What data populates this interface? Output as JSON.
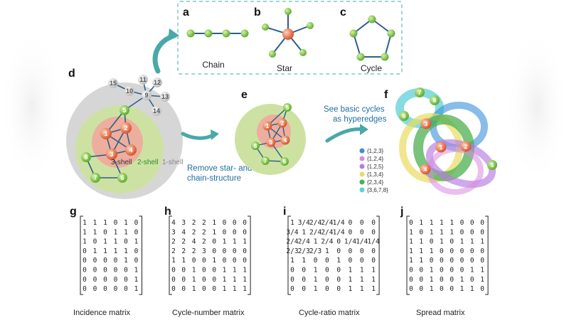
{
  "panels": {
    "a": {
      "label": "a",
      "caption": "Chain"
    },
    "b": {
      "label": "b",
      "caption": "Star"
    },
    "c": {
      "label": "c",
      "caption": "Cycle"
    },
    "d": {
      "label": "d"
    },
    "e": {
      "label": "e"
    },
    "f": {
      "label": "f"
    },
    "g": {
      "label": "g",
      "caption": "Incidence matrix"
    },
    "h": {
      "label": "h",
      "caption": "Cycle-number matrix"
    },
    "i": {
      "label": "i",
      "caption": "Cycle-ratio matrix"
    },
    "j": {
      "label": "j",
      "caption": "Spread matrix"
    }
  },
  "shells": {
    "k3": "3-shell",
    "k2": "2-shell",
    "k1": "1-shell"
  },
  "notes": {
    "remove": [
      "Remove star- and",
      "chain-structure"
    ],
    "hyper": [
      "See basic cycles",
      "as hyperedges"
    ]
  },
  "node_labels": {
    "d": [
      "1",
      "2",
      "3",
      "4",
      "5",
      "6",
      "7",
      "8",
      "9",
      "10",
      "11",
      "12",
      "13",
      "14",
      "15"
    ],
    "e": [
      "1",
      "2",
      "3",
      "4",
      "5",
      "6",
      "7",
      "8"
    ],
    "f": [
      "1",
      "2",
      "3",
      "4",
      "5",
      "6",
      "7",
      "8"
    ]
  },
  "legend": [
    "{1,2,3}",
    "{1,2,4}",
    "{1,2,5}",
    "{1,3,4}",
    "{2,3,4}",
    "{3,6,7,8}"
  ],
  "colors": {
    "green_node": "#7cc242",
    "orange_node": "#e8734d",
    "gray_node": "#d9d9d9",
    "edge": "#2b5f8a",
    "teal": "#4aa8a8",
    "outer_gray": "#d3d3d3",
    "mid_green": "#cfe3a6",
    "inner_red": "#f2a6a0"
  },
  "matrices": {
    "g": [
      [
        "1",
        "1",
        "1",
        "0",
        "1",
        "0"
      ],
      [
        "1",
        "1",
        "0",
        "1",
        "1",
        "0"
      ],
      [
        "1",
        "0",
        "1",
        "1",
        "0",
        "1"
      ],
      [
        "0",
        "1",
        "1",
        "1",
        "1",
        "0"
      ],
      [
        "0",
        "0",
        "0",
        "0",
        "1",
        "0"
      ],
      [
        "0",
        "0",
        "0",
        "0",
        "0",
        "1"
      ],
      [
        "0",
        "0",
        "0",
        "0",
        "0",
        "1"
      ],
      [
        "0",
        "0",
        "0",
        "0",
        "0",
        "1"
      ]
    ],
    "h": [
      [
        "4",
        "3",
        "2",
        "2",
        "1",
        "0",
        "0",
        "0"
      ],
      [
        "3",
        "4",
        "2",
        "2",
        "1",
        "0",
        "0",
        "0"
      ],
      [
        "2",
        "2",
        "4",
        "2",
        "0",
        "1",
        "1",
        "1"
      ],
      [
        "2",
        "2",
        "2",
        "3",
        "0",
        "0",
        "0",
        "0"
      ],
      [
        "1",
        "1",
        "0",
        "0",
        "1",
        "0",
        "0",
        "0"
      ],
      [
        "0",
        "0",
        "1",
        "0",
        "0",
        "1",
        "1",
        "1"
      ],
      [
        "0",
        "0",
        "1",
        "0",
        "0",
        "1",
        "1",
        "1"
      ],
      [
        "0",
        "0",
        "1",
        "0",
        "0",
        "1",
        "1",
        "1"
      ]
    ],
    "i": [
      [
        "1",
        "3/4",
        "2/4",
        "2/4",
        "1/4",
        "0",
        "0",
        "0"
      ],
      [
        "3/4",
        "1",
        "2/4",
        "2/4",
        "1/4",
        "0",
        "0",
        "0"
      ],
      [
        "2/4",
        "2/4",
        "1",
        "2/4",
        "0",
        "1/4",
        "1/4",
        "1/4"
      ],
      [
        "2/3",
        "2/3",
        "2/3",
        "1",
        "0",
        "0",
        "0",
        "0"
      ],
      [
        "1",
        "1",
        "0",
        "0",
        "1",
        "0",
        "0",
        "0"
      ],
      [
        "0",
        "0",
        "1",
        "0",
        "0",
        "1",
        "1",
        "1"
      ],
      [
        "0",
        "0",
        "1",
        "0",
        "0",
        "1",
        "1",
        "1"
      ],
      [
        "0",
        "0",
        "1",
        "0",
        "0",
        "1",
        "1",
        "1"
      ]
    ],
    "j": [
      [
        "0",
        "1",
        "1",
        "1",
        "1",
        "0",
        "0",
        "0"
      ],
      [
        "1",
        "0",
        "1",
        "1",
        "1",
        "0",
        "0",
        "0"
      ],
      [
        "1",
        "1",
        "0",
        "1",
        "0",
        "1",
        "1",
        "1"
      ],
      [
        "1",
        "1",
        "1",
        "0",
        "0",
        "0",
        "0",
        "0"
      ],
      [
        "1",
        "1",
        "0",
        "0",
        "0",
        "0",
        "0",
        "0"
      ],
      [
        "0",
        "0",
        "1",
        "0",
        "0",
        "0",
        "1",
        "1"
      ],
      [
        "0",
        "0",
        "1",
        "0",
        "0",
        "1",
        "0",
        "1"
      ],
      [
        "0",
        "0",
        "1",
        "0",
        "0",
        "1",
        "1",
        "0"
      ]
    ]
  }
}
